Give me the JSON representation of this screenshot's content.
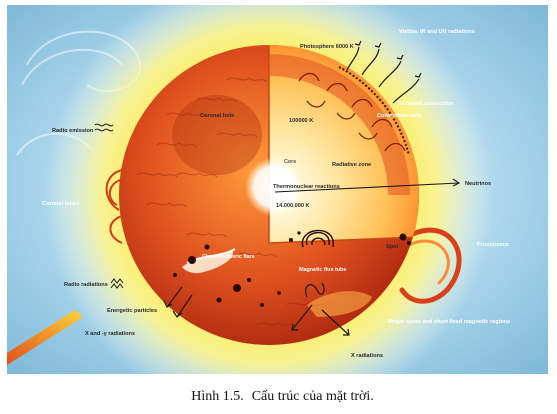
{
  "diagram": {
    "labels": {
      "photosphere": "Photosphere 6000 K",
      "visible_radiation": "Visible, IR and UV radiations",
      "coronal_hole": "Coronal hole",
      "radio_emission": "Radio emission",
      "turbulent_convection": "Turbulent convection",
      "convection_zone": "Convection zone",
      "temp_100000": "100000 K",
      "core": "Core",
      "radiative_zone": "Radiative zone",
      "thermonuclear": "Thermonuclear reactions",
      "neutrinos": "Neutrinos",
      "temp_14m": "14.000.000 K",
      "coronal_loops": "Coronal loops",
      "spot": "Spot",
      "prominence": "Prominence",
      "chromospheric_flare": "Chromospheric flare",
      "magnetic_flux_tube": "Magnetic flux tube",
      "radio_radiations": "Radio radiations",
      "energetic_particles": "Energetic particles",
      "x_gamma_radiations": "X and -γ radiations",
      "bright_spots": "Bright spots and short lived magnetic regions",
      "x_radiations": "X radiations"
    },
    "colors": {
      "sky": "#9fcfe6",
      "halo": "#fff27a",
      "surface": "#d2401c",
      "core": "#fffbe8",
      "wedge": "#ffd98a"
    }
  },
  "caption": {
    "number": "Hình 1.5.",
    "text": "Cấu trúc của mặt trời."
  }
}
